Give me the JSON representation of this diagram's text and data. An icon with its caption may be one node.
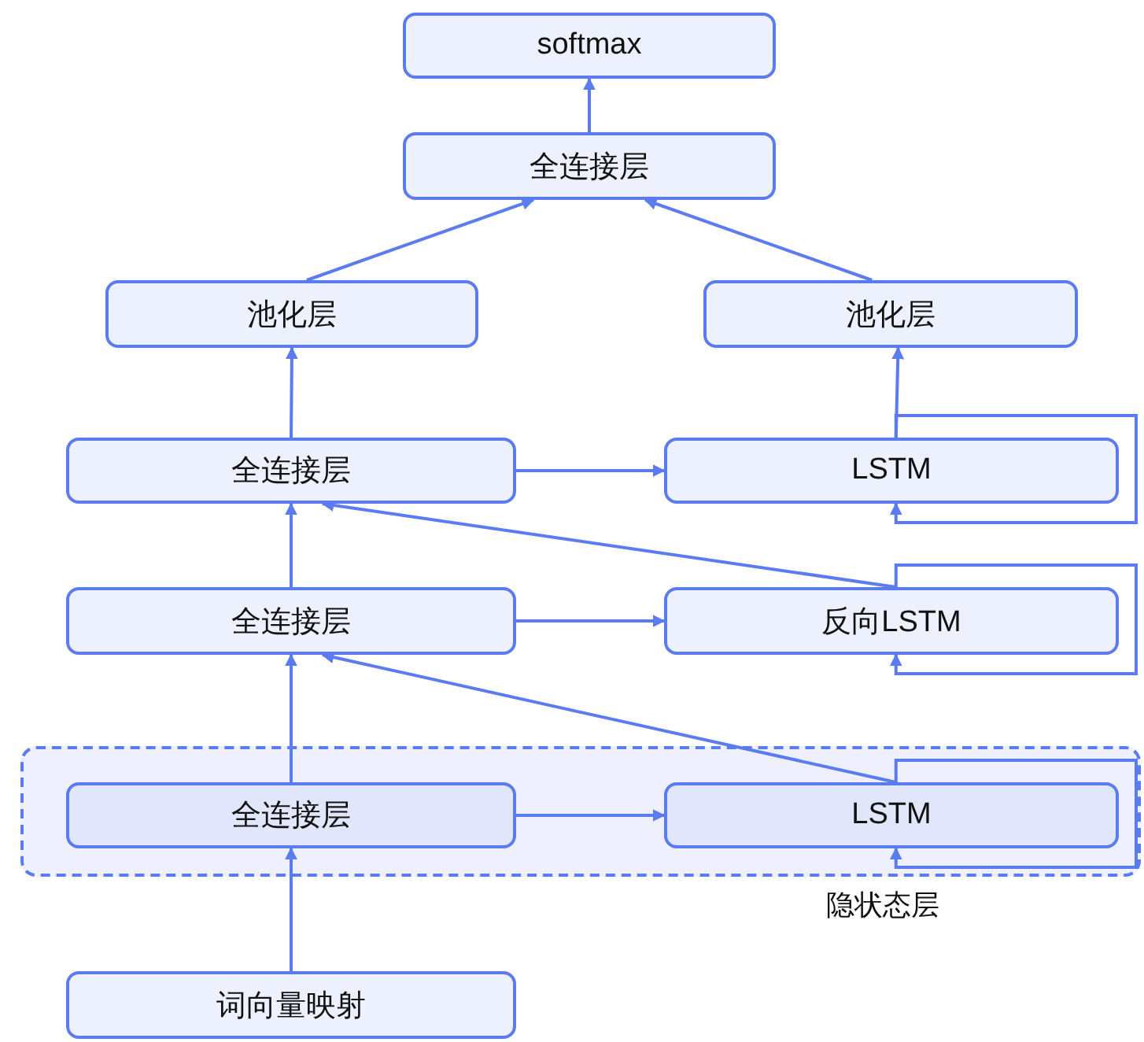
{
  "diagram": {
    "nodes": [
      {
        "text": [
          "softmax"
        ]
      },
      {
        "text": [
          "全连接层"
        ]
      },
      {
        "text": [
          "池化层"
        ]
      },
      {
        "text": [
          "池化层"
        ]
      },
      {
        "text": [
          "全连接层"
        ]
      },
      {
        "text": [
          "LSTM"
        ]
      },
      {
        "text": [
          "全连接层"
        ]
      },
      {
        "text": [
          "反向LSTM"
        ]
      },
      {
        "text": [
          "隐状态层"
        ]
      },
      {
        "text": [
          "全连接层"
        ],
        "in": 8
      },
      {
        "text": [
          "LSTM"
        ],
        "in": 8
      },
      {
        "text": [
          "词向量映射"
        ]
      }
    ],
    "edges": [
      {
        "from": 1,
        "to": 0,
        "arrow": "to"
      },
      {
        "from": 2,
        "to": 1,
        "arrow": "to"
      },
      {
        "from": 3,
        "to": 1,
        "arrow": "to"
      },
      {
        "from": 4,
        "to": 2,
        "arrow": "to"
      },
      {
        "from": 5,
        "to": 3,
        "arrow": "to"
      },
      {
        "from": 4,
        "to": 5,
        "arrow": "to"
      },
      {
        "from": 5,
        "to": 5,
        "arrow": "to"
      },
      {
        "from": 6,
        "to": 4,
        "arrow": "to"
      },
      {
        "from": 7,
        "to": 4,
        "arrow": "to"
      },
      {
        "from": 6,
        "to": 7,
        "arrow": "to"
      },
      {
        "from": 7,
        "to": 7,
        "arrow": "to"
      },
      {
        "from": 9,
        "to": 6,
        "arrow": "to"
      },
      {
        "from": 10,
        "to": 6,
        "arrow": "to"
      },
      {
        "from": 9,
        "to": 10,
        "arrow": "to"
      },
      {
        "from": 10,
        "to": 10,
        "arrow": "to"
      },
      {
        "from": 11,
        "to": 9,
        "arrow": "to"
      }
    ]
  }
}
